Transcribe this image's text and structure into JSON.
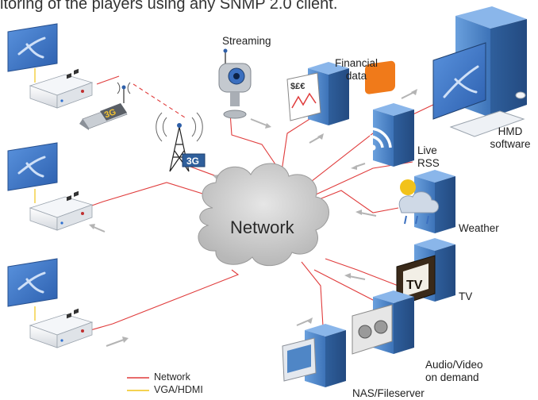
{
  "intro_text": "itoring of the players using any SNMP 2.0 client.",
  "network_label": "Network",
  "labels": {
    "streaming": "Streaming",
    "financial_1": "Financial",
    "financial_2": "data",
    "hmd_1": "HMD",
    "hmd_2": "software",
    "live_1": "Live",
    "live_2": "RSS",
    "weather": "Weather",
    "tv": "TV",
    "av_1": "Audio/Video",
    "av_2": "on demand",
    "nas": "NAS/Fileserver",
    "modem_badge": "3G",
    "tower_badge": "3G",
    "fin_screen": "$£€",
    "tv_screen": "TV"
  },
  "legend": [
    {
      "label": "Network",
      "color": "#e03c3c"
    },
    {
      "label": "VGA/HDMI",
      "color": "#f0c419"
    }
  ],
  "colors": {
    "link": "#e03c3c",
    "video": "#f0c419",
    "server": "#4f86c6",
    "screen": "#3a74c9",
    "cloud": "#c8c8c8"
  }
}
